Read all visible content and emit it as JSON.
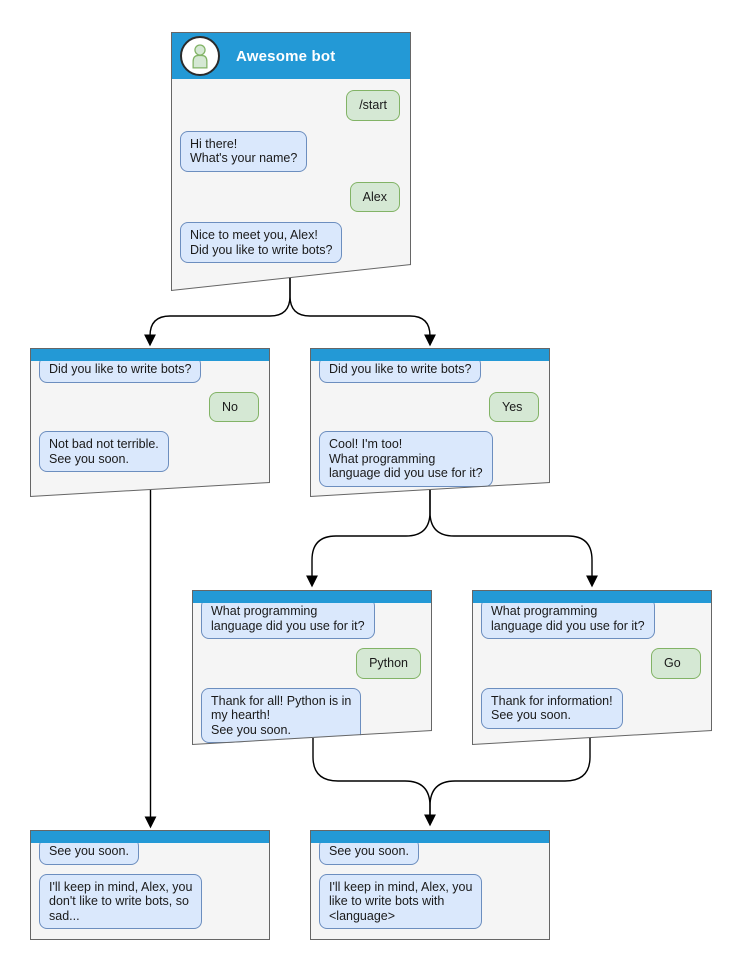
{
  "colors": {
    "titlebar_blue": "#2399d6",
    "bot_bubble_fill": "#dae8fc",
    "bot_bubble_border": "#6c8ebf",
    "user_bubble_fill": "#d5e8d4",
    "user_bubble_border": "#82b366",
    "window_fill": "#f5f5f5",
    "window_border": "#666666",
    "connector_black": "#000000"
  },
  "windows": {
    "main": {
      "title": "Awesome bot",
      "messages": [
        {
          "from": "user",
          "text": "/start"
        },
        {
          "from": "bot",
          "text": "Hi there!\nWhat's your name?"
        },
        {
          "from": "user",
          "text": "Alex"
        },
        {
          "from": "bot",
          "text": "Nice to meet you, Alex!\nDid you like to write bots?"
        }
      ]
    },
    "branch_no": {
      "messages": [
        {
          "from": "bot",
          "text": "Did you like to write bots?"
        },
        {
          "from": "user",
          "text": "No"
        },
        {
          "from": "bot",
          "text": "Not bad not terrible.\nSee you soon."
        }
      ]
    },
    "branch_yes": {
      "messages": [
        {
          "from": "bot",
          "text": "Did you like to write bots?"
        },
        {
          "from": "user",
          "text": "Yes"
        },
        {
          "from": "bot",
          "text": "Cool! I'm too!\nWhat programming\nlanguage did you use for it?"
        }
      ]
    },
    "branch_python": {
      "messages": [
        {
          "from": "bot",
          "text": "What programming\nlanguage did you use for it?"
        },
        {
          "from": "user",
          "text": "Python"
        },
        {
          "from": "bot",
          "text": "Thank for all! Python is in\nmy hearth!\nSee you soon."
        }
      ]
    },
    "branch_go": {
      "messages": [
        {
          "from": "bot",
          "text": "What programming\nlanguage did you use for it?"
        },
        {
          "from": "user",
          "text": "Go"
        },
        {
          "from": "bot",
          "text": "Thank for information!\nSee you soon."
        }
      ]
    },
    "end_no": {
      "messages": [
        {
          "from": "bot",
          "text": "See you soon."
        },
        {
          "from": "bot",
          "text": "I'll keep in mind, Alex, you\ndon't like to write bots, so\nsad..."
        }
      ]
    },
    "end_yes": {
      "messages": [
        {
          "from": "bot",
          "text": "See you soon."
        },
        {
          "from": "bot",
          "text": "I'll keep in mind, Alex, you\nlike to write bots with\n<language>"
        }
      ]
    }
  }
}
